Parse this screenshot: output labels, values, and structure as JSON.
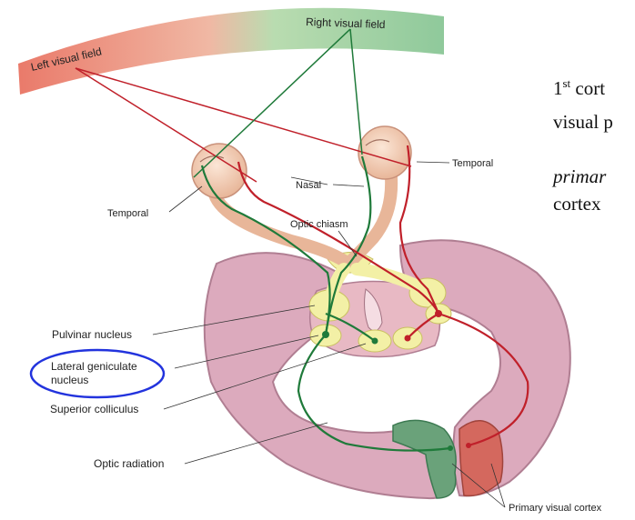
{
  "diagram": {
    "field_labels": {
      "left": "Left visual field",
      "right": "Right visual field"
    },
    "labels": {
      "temporal_left": "Temporal",
      "temporal_right": "Temporal",
      "nasal": "Nasal",
      "optic_chiasm": "Optic chiasm",
      "pulvinar": "Pulvinar nucleus",
      "lgn_line1": "Lateral geniculate",
      "lgn_line2": "nucleus",
      "superior_colliculus": "Superior colliculus",
      "optic_radiation": "Optic radiation",
      "primary_visual_cortex": "Primary visual cortex"
    },
    "colors": {
      "left_field": "#ea7a6a",
      "right_field": "#8fc99b",
      "left_pathway": "#c0202a",
      "right_pathway": "#1f7a3a",
      "brain": "#dcaabd",
      "brain_outline": "#b07e92",
      "highlight_circle": "#2233dd",
      "nuclei": "#f3f0a6"
    }
  },
  "side_text": {
    "line1_main": "1",
    "line1_sup": "st",
    "line1_rest": " cort",
    "line2": "visual p",
    "line3": "primar",
    "line4": "cortex"
  }
}
